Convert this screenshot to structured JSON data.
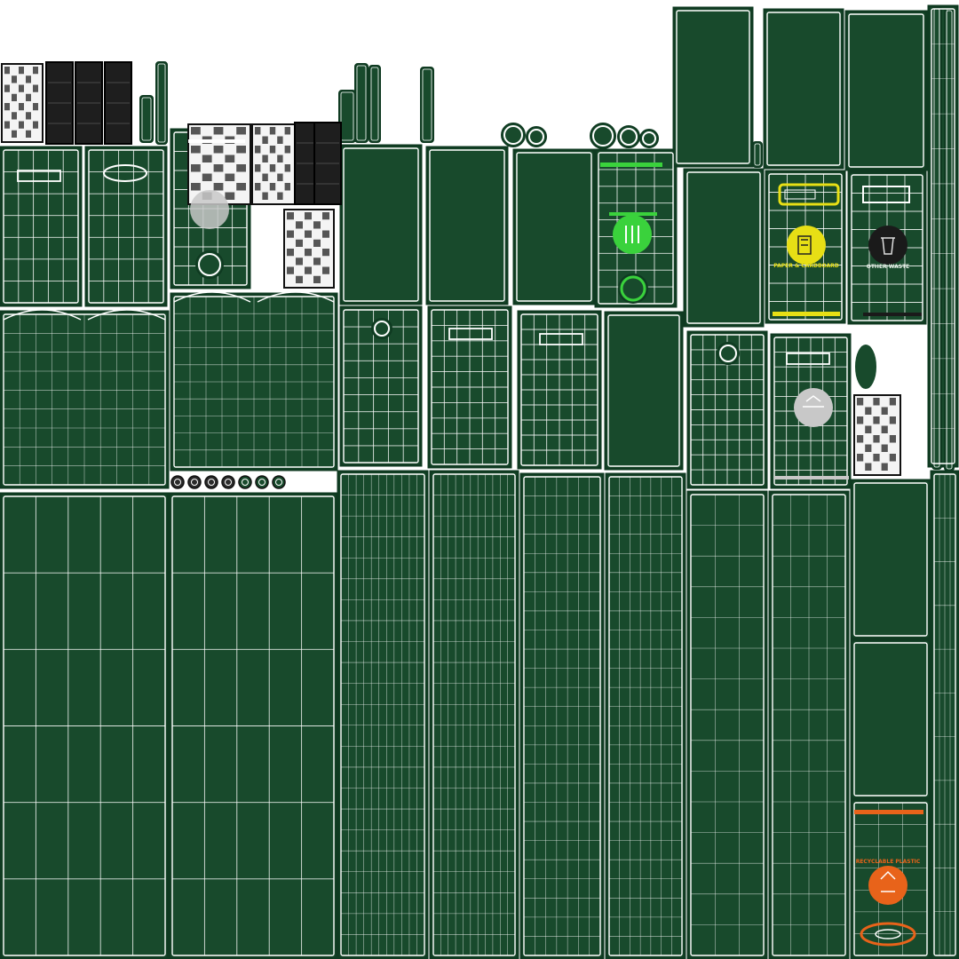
{
  "colors": {
    "background": "#ffffff",
    "panel_fill": "#184a2c",
    "panel_edge": "#0f3a21",
    "wire": "#ffffff",
    "label_white": "#e9f1e9",
    "accent_yellow": "#e7df15",
    "accent_green": "#3ad23c",
    "accent_orange": "#e8631a",
    "accent_gray": "#c8c8c8",
    "accent_black": "#1a1a1a"
  },
  "labels": {
    "yellow_bin": "PAPER & CARDBOARD",
    "black_bin": "OTHER WASTE",
    "orange_bin": "RECYCLABLE PLASTIC"
  },
  "icons": {
    "yellow_bin": "paper-recycling-icon",
    "black_bin": "trash-bin-icon",
    "green_bin": "food-waste-icon",
    "gray_bin": "glass-waste-icon",
    "orange_bin": "plastic-recycling-icon"
  }
}
